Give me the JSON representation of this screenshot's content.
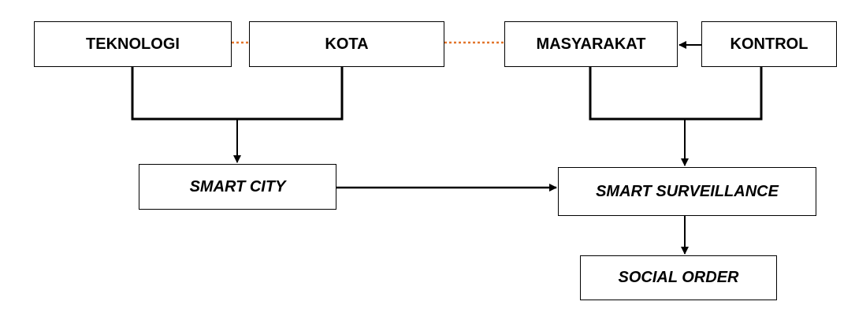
{
  "colors": {
    "line": "#000000",
    "dotted_link": "#e2762c",
    "box_fill": "#ffffff"
  },
  "nodes": {
    "teknologi": "TEKNOLOGI",
    "kota": "KOTA",
    "masyarakat": "MASYARAKAT",
    "kontrol": "KONTROL",
    "smart_city": "SMART CITY",
    "smart_surveillance": "SMART SURVEILLANCE",
    "social_order": "SOCIAL ORDER"
  }
}
